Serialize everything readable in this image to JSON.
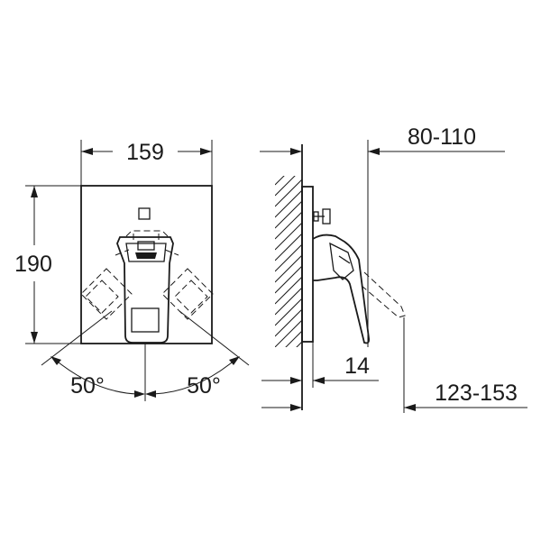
{
  "dimensions": {
    "width": "159",
    "height": "190",
    "angle_left": "50°",
    "angle_right": "50°",
    "side_projection": "80-110",
    "wall_offset": "14",
    "side_depth": "123-153"
  },
  "colors": {
    "line": "#1a1a1a",
    "background": "#ffffff"
  }
}
